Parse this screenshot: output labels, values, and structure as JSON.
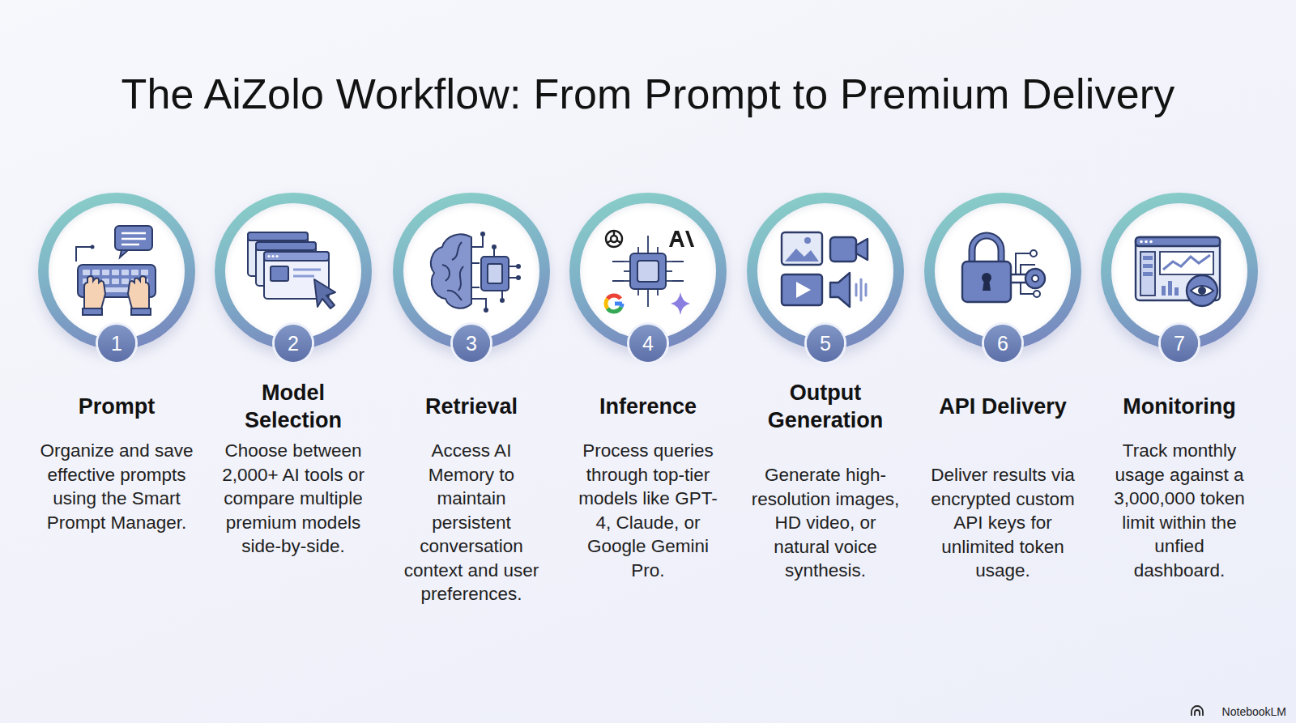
{
  "diagram": {
    "title": "The AiZolo Workflow: From Prompt to Premium Delivery",
    "nodes": [
      {
        "text": [
          "1",
          "Prompt",
          "Organize and save effective prompts using the Smart Prompt Manager."
        ]
      },
      {
        "text": [
          "2",
          "Model Selection",
          "Choose between 2,000+ AI tools or compare multiple premium models side-by-side."
        ]
      },
      {
        "text": [
          "3",
          "Retrieval",
          "Access AI Memory to maintain persistent conversation context and user preferences."
        ]
      },
      {
        "text": [
          "4",
          "Inference",
          "Process queries through top-tier models like GPT-4, Claude, or Google Gemini Pro."
        ]
      },
      {
        "text": [
          "5",
          "Output Generation",
          "Generate high-resolution images, HD video, or natural voice synthesis."
        ]
      },
      {
        "text": [
          "6",
          "API Delivery",
          "Deliver results via encrypted custom API keys for unlimited token usage."
        ]
      },
      {
        "text": [
          "7",
          "Monitoring",
          "Track monthly usage against a 3,000,000 token limit within the unfied dashboard."
        ]
      }
    ],
    "labels": [
      "NotebookLM"
    ]
  }
}
